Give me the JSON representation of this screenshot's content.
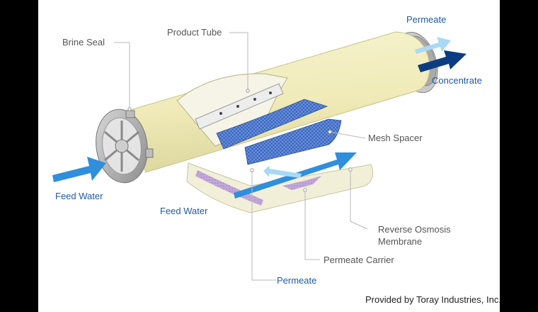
{
  "labels": {
    "product_tube": "Product Tube",
    "brine_seal": "Brine Seal",
    "permeate_top": "Permeate",
    "concentrate": "Concentrate",
    "mesh_spacer": "Mesh Spacer",
    "feed_water_left": "Feed Water",
    "feed_water_mid": "Feed Water",
    "ro_membrane_line1": "Reverse Osmosis",
    "ro_membrane_line2": "Membrane",
    "permeate_carrier": "Permeate Carrier",
    "permeate_bottom": "Permeate"
  },
  "credit": "Provided by Toray Industries, Inc.",
  "colors": {
    "label_gray": "#555555",
    "label_blue": "#1f5ba6",
    "arrow_dark_blue": "#0c3d82",
    "arrow_mid_blue": "#2f8fdc",
    "arrow_light_blue": "#a9d9f3",
    "vessel_body": "#f4f0c4",
    "mesh_spacer": "#3b68c2",
    "permeate_carrier": "#b79cd0"
  }
}
